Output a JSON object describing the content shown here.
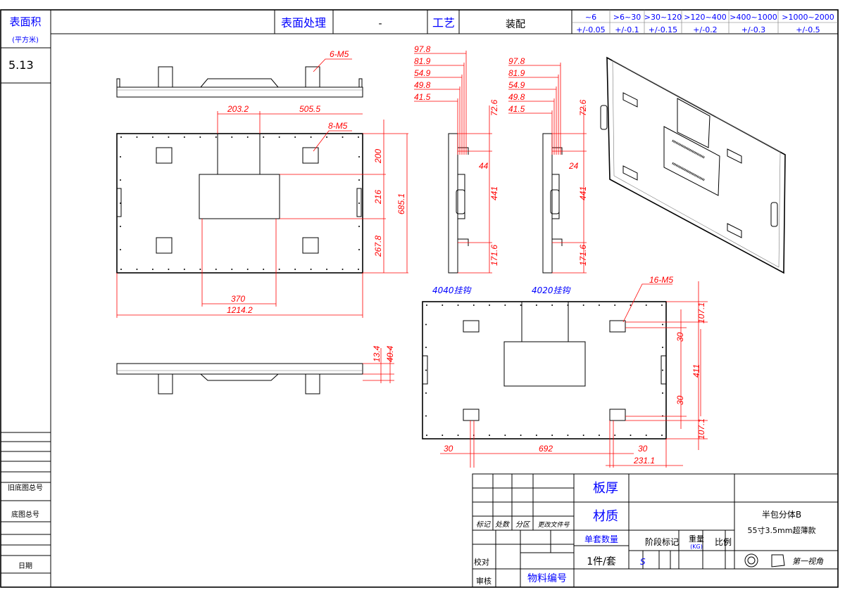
{
  "left_column": {
    "surface_area_label": "表面积",
    "surface_area_unit": "(平方米)",
    "surface_area_value": "5.13",
    "old_drawing_no_label": "旧底图总号",
    "drawing_no_label": "底图总号",
    "date_label": "日期"
  },
  "header": {
    "surface_treatment_label": "表面处理",
    "surface_treatment_value": "-",
    "process_label": "工艺",
    "process_value": "装配",
    "tolerance_ranges": [
      "~6",
      ">6~30",
      ">30~120",
      ">120~400",
      ">400~1000",
      ">1000~2000"
    ],
    "tolerance_values": [
      "+/-0.05",
      "+/-0.1",
      "+/-0.15",
      "+/-0.2",
      "+/-0.3",
      "+/-0.5"
    ]
  },
  "drawing": {
    "top_view": {
      "callout": "6-M5"
    },
    "front_view": {
      "callout": "8-M5",
      "dims": [
        "203.2",
        "505.5",
        "200",
        "216",
        "267.8",
        "685.1",
        "370",
        "1214.2"
      ]
    },
    "side_view_1": {
      "dims": [
        "97.8",
        "81.9",
        "54.9",
        "49.8",
        "41.5",
        "72.6",
        "44",
        "441",
        "171.6"
      ]
    },
    "side_view_2": {
      "dims": [
        "97.8",
        "81.9",
        "54.9",
        "49.8",
        "41.5",
        "72.6",
        "24",
        "441",
        "171.6"
      ]
    },
    "bottom_view": {
      "dims": [
        "13.4",
        "40.4"
      ]
    },
    "rear_view": {
      "label_left": "4040挂钩",
      "label_right": "4020挂钩",
      "callout": "16-M5",
      "dims": [
        "107.1",
        "30",
        "411",
        "30",
        "107.1",
        "30",
        "692",
        "30",
        "231.1"
      ]
    }
  },
  "title_block": {
    "revision_headers": [
      "标记",
      "处数",
      "分区",
      "更改文件号"
    ],
    "check_label": "校对",
    "review_label": "审核",
    "thickness_label": "板厚",
    "material_label": "材质",
    "qty_label": "单套数量",
    "qty_value": "1件/套",
    "material_no_label": "物料编号",
    "stage_label": "阶段标记",
    "weight_label": "重量",
    "weight_unit": "(KG)",
    "scale_label": "比例",
    "stage_value": "S",
    "part_name": "半包分体B",
    "part_desc": "55寸3.5mm超薄款",
    "projection_label": "第一视角"
  }
}
